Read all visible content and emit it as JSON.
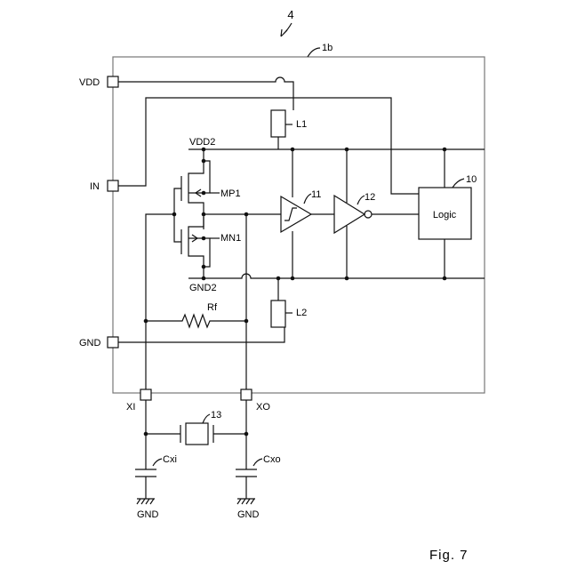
{
  "diagram": {
    "figure_number": "4",
    "chip_ref": "1b",
    "pins": {
      "vdd": "VDD",
      "in": "IN",
      "gnd": "GND",
      "xi": "XI",
      "xo": "XO"
    },
    "rails": {
      "vdd2": "VDD2",
      "gnd2": "GND2"
    },
    "components": {
      "l1": "L1",
      "l2": "L2",
      "mp1": "MP1",
      "mn1": "MN1",
      "rf": "Rf",
      "schmitt_ref": "11",
      "inverter_ref": "12",
      "logic_ref": "10",
      "logic_label": "Logic",
      "crystal_ref": "13",
      "cxi": "Cxi",
      "cxo": "Cxo",
      "gnd_left": "GND",
      "gnd_right": "GND"
    },
    "caption": "Fig. 7"
  }
}
